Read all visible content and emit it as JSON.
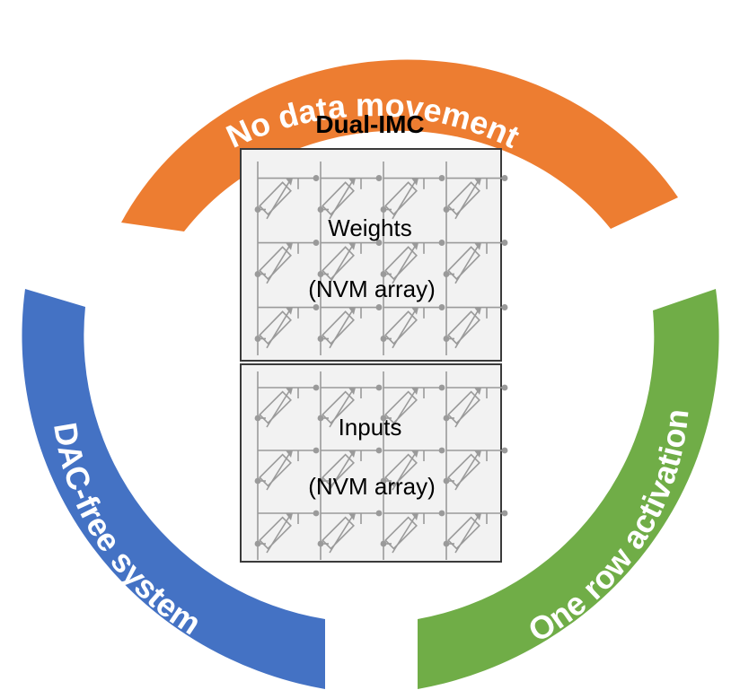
{
  "segments": [
    {
      "label": "No data movement",
      "color": "#ED7D31"
    },
    {
      "label": "DAC-free system",
      "color": "#4472C4"
    },
    {
      "label": "One row activation",
      "color": "#70AD47"
    }
  ],
  "title": "Dual-IMC",
  "arrays": [
    {
      "line1": "Weights",
      "line2": "(NVM array)"
    },
    {
      "line1": "Inputs",
      "line2": "(NVM array)"
    }
  ]
}
